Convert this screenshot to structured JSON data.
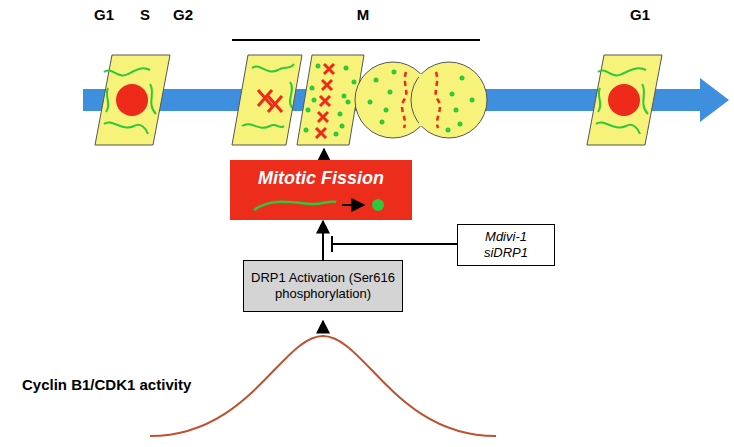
{
  "diagram": {
    "nodes": [
      {
        "text": [
          "Mitotic Fission"
        ]
      },
      {
        "text": [
          "DRP1 Activation (Ser616 phosphorylation)"
        ]
      },
      {
        "text": [
          "Mdivi-1 siDRP1"
        ]
      }
    ],
    "edges": [
      {
        "from": 1,
        "to": 0,
        "arrow": "to"
      }
    ],
    "labels": [
      "G1",
      "S",
      "G2",
      "M",
      "G1",
      "Cyclin B1/CDK1 activity"
    ]
  }
}
